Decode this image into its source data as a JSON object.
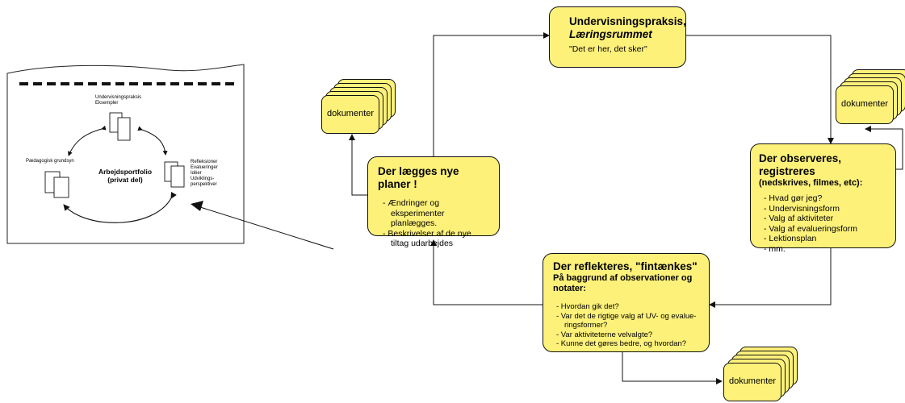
{
  "portfolio": {
    "top_item": [
      "Undervisningspraksis",
      "Eksempler"
    ],
    "left_item": "Pædagogisk grundsyn",
    "right_item": [
      "Refleksioner",
      "Evalueringer",
      "Idéer",
      "Udviklings-",
      "perspektiver"
    ],
    "center_title": [
      "Arbejdsportfolio",
      "(privat del)"
    ]
  },
  "boxes": {
    "top": {
      "title": "Undervisningspraksis,",
      "subtitle": "Læringsrummet",
      "quote": "\"Det er her, det sker\""
    },
    "left": {
      "title": "Der lægges nye planer !",
      "items": [
        "- Ændringer og eksperimenter planlægges.",
        "- Beskrivelser af de nye tiltag udarbejdes"
      ]
    },
    "right": {
      "title": "Der observeres, registreres",
      "subtitle": "(nedskrives, filmes, etc):",
      "items": [
        "- Hvad gør jeg?",
        "- Undervisningsform",
        "- Valg af aktiviteter",
        "- Valg af evalueringsform",
        "- Lektionsplan",
        "- mm."
      ]
    },
    "bottom": {
      "title": "Der reflekteres, \"fintænkes\"",
      "subtitle": "På baggrund af observationer og notater:",
      "items": [
        "- Hvordan gik det?",
        "- Var det de rigtige valg af UV- og evalue-ringsformer?",
        "- Var aktiviteterne velvalgte?",
        "- Kunne det gøres bedre, og hvordan?"
      ]
    }
  },
  "documents": {
    "left_label": "dokumenter",
    "right_label": "dokumenter",
    "bottom_label": "dokumenter"
  },
  "colors": {
    "box_fill": "#fdf17a",
    "stroke": "#111111"
  }
}
